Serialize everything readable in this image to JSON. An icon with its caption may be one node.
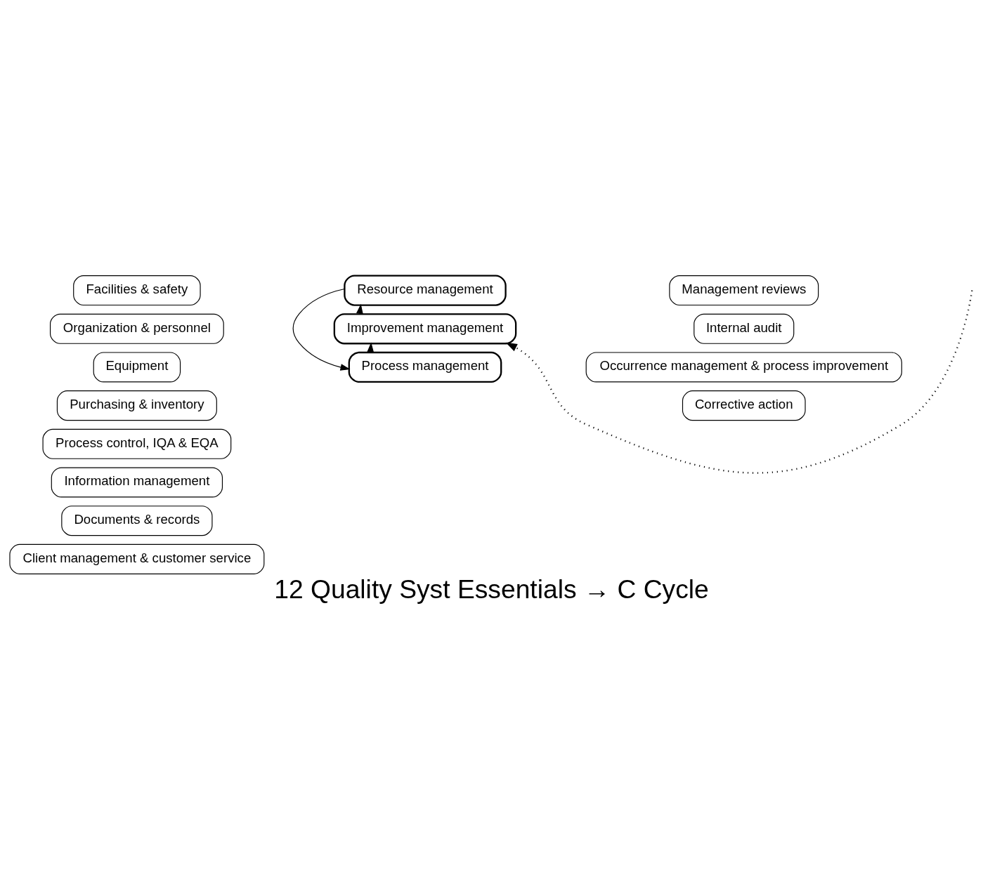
{
  "diagram": {
    "title": "12 Quality Syst Essentials → C Cycle",
    "nodes": [
      {
        "text": [
          "Facilities & safety"
        ]
      },
      {
        "text": [
          "Organization & personnel"
        ]
      },
      {
        "text": [
          "Equipment"
        ]
      },
      {
        "text": [
          "Purchasing & inventory"
        ]
      },
      {
        "text": [
          "Resource management"
        ]
      },
      {
        "text": [
          "Improvement management"
        ]
      },
      {
        "text": [
          "Management reviews"
        ]
      },
      {
        "text": [
          "Internal audit"
        ]
      },
      {
        "text": [
          "Occurrence management & process improvement"
        ]
      },
      {
        "text": [
          "Corrective action"
        ]
      },
      {
        "text": [
          "Process management"
        ]
      },
      {
        "text": [
          "Process control, IQA & EQA"
        ]
      },
      {
        "text": [
          "Information management"
        ]
      },
      {
        "text": [
          "Documents & records"
        ]
      },
      {
        "text": [
          "Client management & customer service"
        ]
      }
    ],
    "edges": [
      {
        "from": 4,
        "to": 10,
        "arrow": "to"
      },
      {
        "from": 10,
        "to": 5,
        "arrow": "to"
      },
      {
        "from": 5,
        "to": 4,
        "arrow": "to"
      },
      {
        "from": null,
        "to": 5,
        "arrow": "to",
        "style": "dashed"
      }
    ]
  }
}
